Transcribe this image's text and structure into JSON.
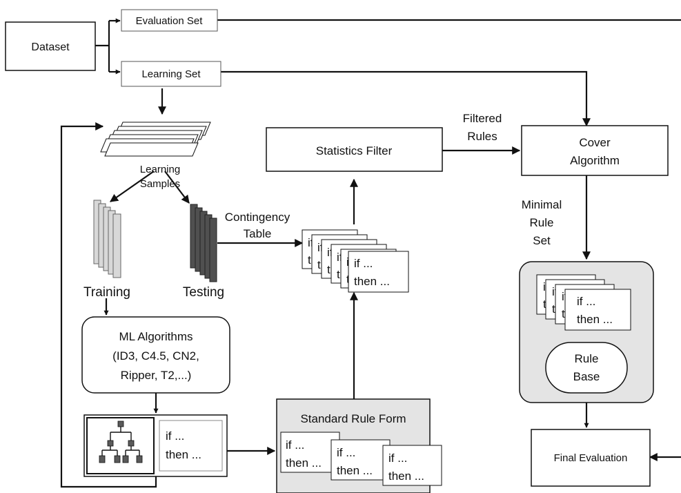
{
  "colors": {
    "stroke": "#111111",
    "background": "#ffffff",
    "panel_gray": "#e4e4e4",
    "training_light": "#d8d8d8",
    "testing_dark": "#505050",
    "tree_node": "#5a5a5a"
  },
  "nodes": {
    "dataset": "Dataset",
    "evaluation_set": "Evaluation Set",
    "learning_set": "Learning Set",
    "learning_samples_line1": "Learning",
    "learning_samples_line2": "Samples",
    "training": "Training",
    "testing": "Testing",
    "ml_algorithms_lines": [
      "ML Algorithms",
      "(ID3, C4.5, CN2,",
      "Ripper, T2,...)"
    ],
    "statistics_filter": "Statistics Filter",
    "cover_algorithm_lines": [
      "Cover",
      "Algorithm"
    ],
    "standard_rule_form": "Standard Rule Form",
    "rule_base_lines": [
      "Rule",
      "Base"
    ],
    "final_evaluation": "Final Evaluation"
  },
  "edge_labels": {
    "contingency_table_lines": [
      "Contingency",
      "Table"
    ],
    "filtered_rules_lines": [
      "Filtered",
      "Rules"
    ],
    "minimal_rule_set_lines": [
      "Minimal",
      "Rule",
      "Set"
    ]
  },
  "rule_card": {
    "if_text": "if ...",
    "then_text": "then ..."
  },
  "icons": {
    "decision_tree": "decision-tree-icon"
  }
}
